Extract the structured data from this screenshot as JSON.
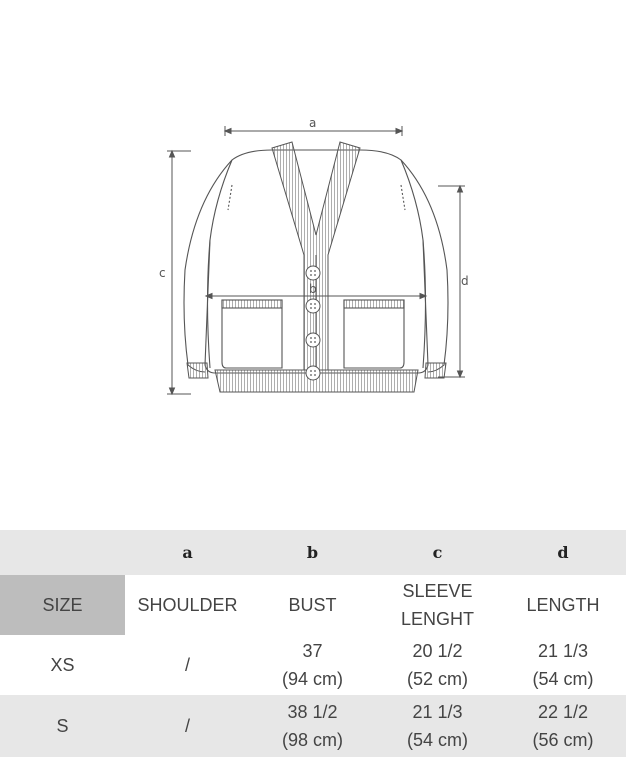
{
  "diagram": {
    "labels": {
      "a": "a",
      "b": "b",
      "c": "c",
      "d": "d"
    }
  },
  "table": {
    "letters": [
      "",
      "a",
      "b",
      "c",
      "d"
    ],
    "names": {
      "size": "SIZE",
      "shoulder": "SHOULDER",
      "bust": "BUST",
      "sleeve_line1": "SLEEVE",
      "sleeve_line2": "LENGHT",
      "length": "LENGTH"
    },
    "rows": [
      {
        "size": "XS",
        "shoulder": "/",
        "bust": "37",
        "bust_cm": "(94 cm)",
        "sleeve": "20 1/2",
        "sleeve_cm": "(52 cm)",
        "length": "21 1/3",
        "length_cm": "(54 cm)"
      },
      {
        "size": "S",
        "shoulder": "/",
        "bust": "38 1/2",
        "bust_cm": "(98 cm)",
        "sleeve": "21 1/3",
        "sleeve_cm": "(54 cm)",
        "length": "22 1/2",
        "length_cm": "(56 cm)"
      }
    ]
  }
}
